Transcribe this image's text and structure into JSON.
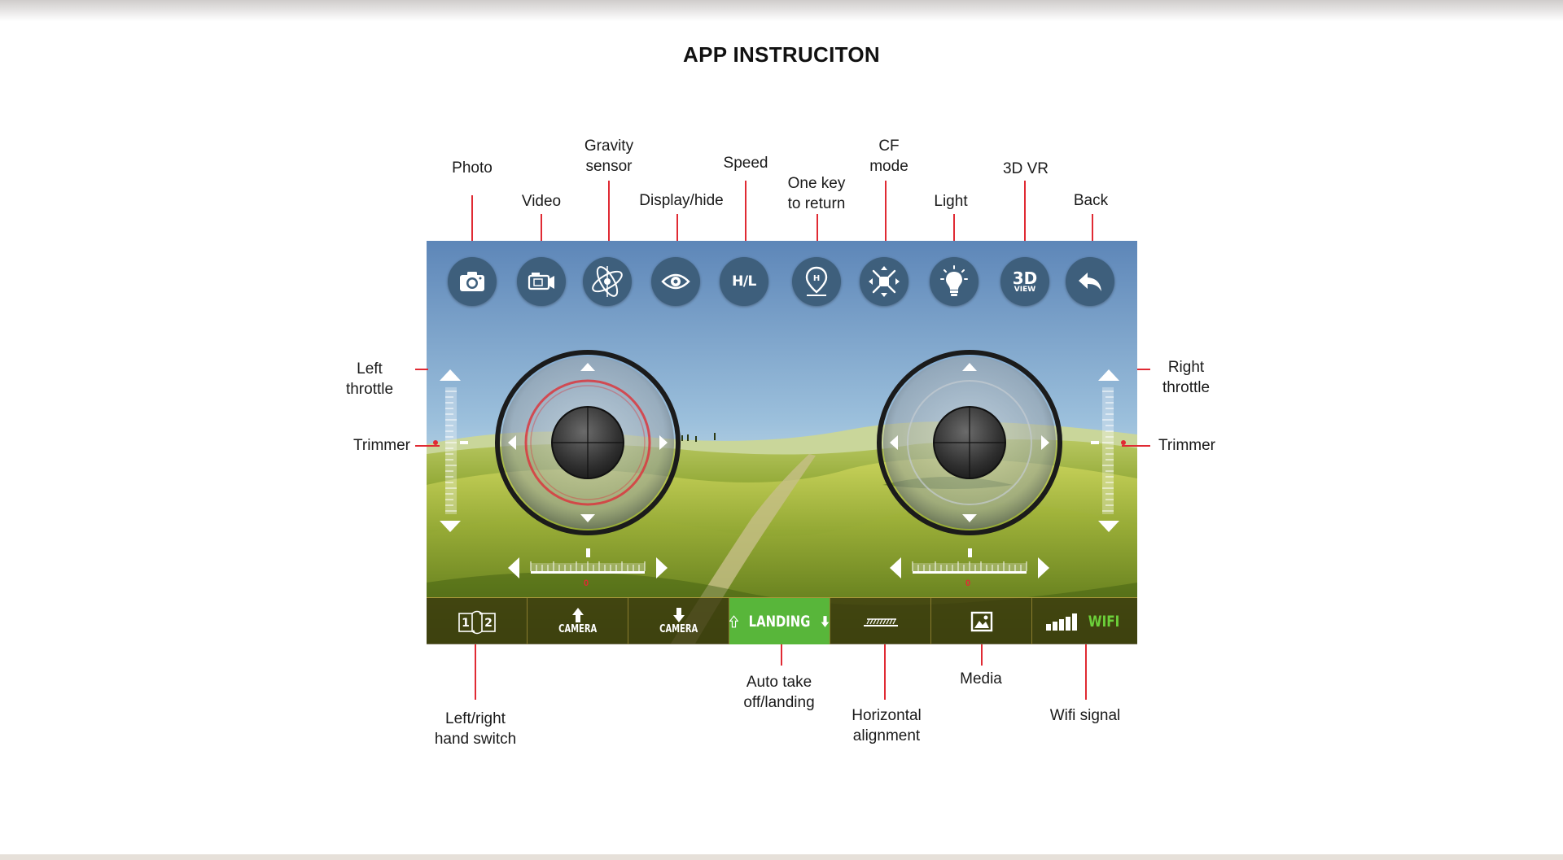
{
  "title": "APP INSTRUCITON",
  "top_labels": {
    "photo": "Photo",
    "video": "Video",
    "gravity": "Gravity\nsensor",
    "display": "Display/hide",
    "speed": "Speed",
    "onekey": "One key\nto return",
    "cf": "CF\nmode",
    "light": "Light",
    "vr": "3D VR",
    "back": "Back"
  },
  "side_labels": {
    "left_throttle": "Left\nthrottle",
    "left_trimmer": "Trimmer",
    "right_throttle": "Right\nthrottle",
    "right_trimmer": "Trimmer"
  },
  "bottom_labels": {
    "hand_switch": "Left/right\nhand switch",
    "auto_takeoff": "Auto take\noff/landing",
    "horizontal": "Horizontal\nalignment",
    "media": "Media",
    "wifi_signal": "Wifi signal"
  },
  "buttons": {
    "speed_text": "H/L",
    "vr_text_top": "3D",
    "vr_text_bottom": "VIEW",
    "camera_up": "CAMERA",
    "camera_down": "CAMERA",
    "landing": "LANDING",
    "wifi": "WIFI",
    "mode1": "1",
    "mode2": "2"
  },
  "trim_value_left": "0",
  "trim_value_right": "0",
  "colors": {
    "annotation_line": "#e02a33",
    "button_blue": "#3e5f7c",
    "landing_green": "#58b63a",
    "wifi_green": "#6cd03a",
    "trim_red": "#e02a33"
  },
  "icons": [
    "camera-icon",
    "video-camera-icon",
    "gravity-gyro-icon",
    "eye-icon",
    "speed-hl-icon",
    "home-pin-icon",
    "drone-cf-icon",
    "bulb-icon",
    "3d-view-icon",
    "back-arrow-icon",
    "hand-switch-icon",
    "arrow-up-icon",
    "arrow-down-icon",
    "image-icon",
    "signal-bars-icon"
  ]
}
